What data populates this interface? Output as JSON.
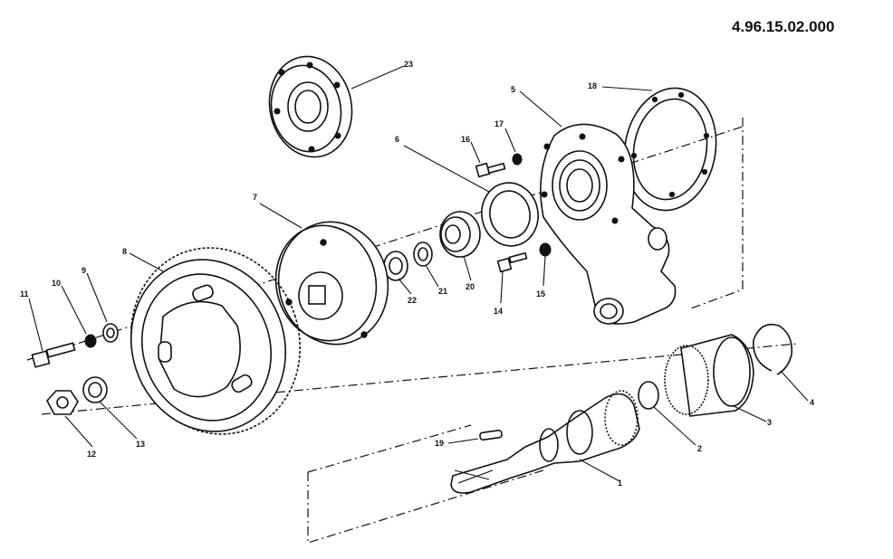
{
  "document_number": "4.96.15.02.000",
  "callouts": [
    "1",
    "2",
    "3",
    "4",
    "5",
    "6",
    "7",
    "8",
    "9",
    "10",
    "11",
    "12",
    "13",
    "14",
    "15",
    "16",
    "17",
    "18",
    "19",
    "20",
    "21",
    "22",
    "23"
  ]
}
